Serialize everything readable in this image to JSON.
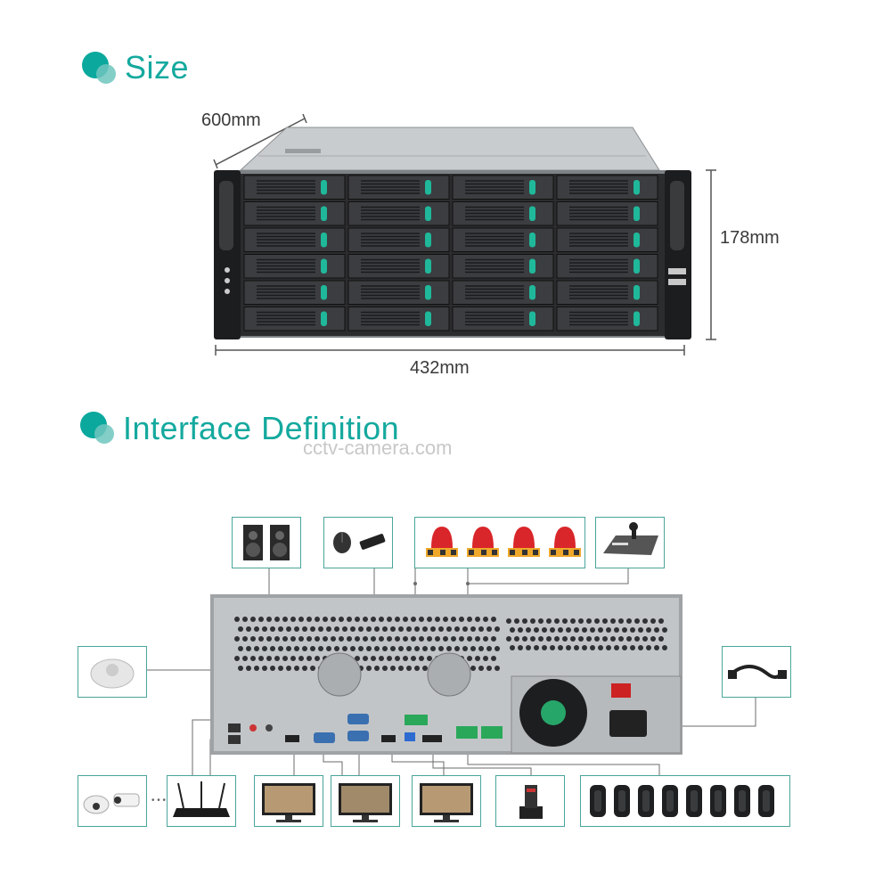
{
  "sections": {
    "size": {
      "title": "Size"
    },
    "interface": {
      "title": "Interface Definition"
    }
  },
  "dimensions": {
    "depth": "600mm",
    "height": "178mm",
    "width": "432mm"
  },
  "watermark": "cctv-camera.com",
  "colors": {
    "accent": "#14a99e",
    "box_border": "#4aa59c",
    "chassis": "#b9bcbf",
    "drive_latch": "#1fb89a"
  },
  "drive_bays": {
    "rows": 6,
    "columns": 4
  },
  "peripherals": {
    "top": [
      "speaker-icon",
      "mouse-usb-icon",
      "alarm-lights-icon",
      "ptz-keyboard-icon"
    ],
    "left": [
      "mic-icon"
    ],
    "right": [
      "power-cable-icon"
    ],
    "bottom": [
      "cameras-icon",
      "router-icon",
      "monitor-icon",
      "monitor-icon",
      "monitor-icon",
      "hdd-dock-icon",
      "terminal-blocks-icon"
    ]
  }
}
